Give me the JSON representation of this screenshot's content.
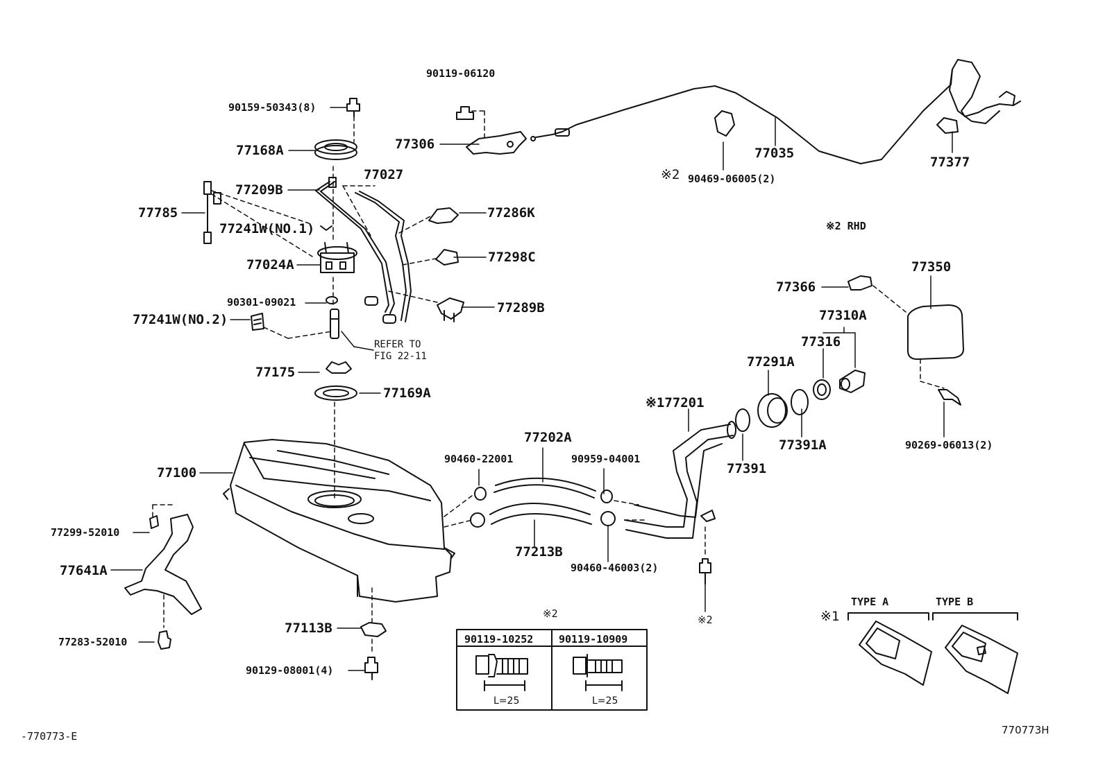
{
  "diagram": {
    "parts": [
      {
        "id": "p90119_06120",
        "label": "90119-06120"
      },
      {
        "id": "p90159",
        "label": "90159-50343(8)"
      },
      {
        "id": "p77168A",
        "label": "77168A"
      },
      {
        "id": "p77306",
        "label": "77306"
      },
      {
        "id": "p77027",
        "label": "77027"
      },
      {
        "id": "p77209B",
        "label": "77209B"
      },
      {
        "id": "p77785",
        "label": "77785"
      },
      {
        "id": "p77241W1",
        "label": "77241W(NO.1)"
      },
      {
        "id": "p77286K",
        "label": "77286K"
      },
      {
        "id": "p77024A",
        "label": "77024A"
      },
      {
        "id": "p77298C",
        "label": "77298C"
      },
      {
        "id": "p90301",
        "label": "90301-09021"
      },
      {
        "id": "p77289B",
        "label": "77289B"
      },
      {
        "id": "p77241W2",
        "label": "77241W(NO.2)"
      },
      {
        "id": "p77175",
        "label": "77175"
      },
      {
        "id": "p77169A",
        "label": "77169A"
      },
      {
        "id": "p77100",
        "label": "77100"
      },
      {
        "id": "p77299",
        "label": "77299-52010"
      },
      {
        "id": "p77641A",
        "label": "77641A"
      },
      {
        "id": "p77283",
        "label": "77283-52010"
      },
      {
        "id": "p77113B",
        "label": "77113B"
      },
      {
        "id": "p90129",
        "label": "90129-08001(4)"
      },
      {
        "id": "p90460_22001",
        "label": "90460-22001"
      },
      {
        "id": "p77202A",
        "label": "77202A"
      },
      {
        "id": "p90959",
        "label": "90959-04001"
      },
      {
        "id": "p77213B",
        "label": "77213B"
      },
      {
        "id": "p90460_46003",
        "label": "90460-46003(2)"
      },
      {
        "id": "p77201",
        "label": "※177201"
      },
      {
        "id": "p77391",
        "label": "77391"
      },
      {
        "id": "p77291A",
        "label": "77291A"
      },
      {
        "id": "p77391A",
        "label": "77391A"
      },
      {
        "id": "p77316",
        "label": "77316"
      },
      {
        "id": "p77310A",
        "label": "77310A"
      },
      {
        "id": "p77366",
        "label": "77366"
      },
      {
        "id": "p77350",
        "label": "77350"
      },
      {
        "id": "p90269",
        "label": "90269-06013(2)"
      },
      {
        "id": "p77035",
        "label": "77035"
      },
      {
        "id": "p77377",
        "label": "77377"
      },
      {
        "id": "p90469",
        "label": "90469-06005(2)"
      }
    ],
    "notes": {
      "refer_line1": "REFER TO",
      "refer_line2": "FIG 22-11",
      "note2_mark": "※2",
      "note2_rhd": "※2 RHD",
      "note2_bolt": "※2",
      "note1_mark": "※1",
      "type_a": "TYPE A",
      "type_b": "TYPE B",
      "inset_mark": "※2"
    },
    "inset_table": {
      "col1_part": "90119-10252",
      "col2_part": "90119-10909",
      "col1_length": "L=25",
      "col2_length": "L=25"
    },
    "footer": {
      "left_code": "-770773-E",
      "right_code": "770773H"
    },
    "colors": {
      "ink": "#111111",
      "paper": "#ffffff"
    }
  }
}
